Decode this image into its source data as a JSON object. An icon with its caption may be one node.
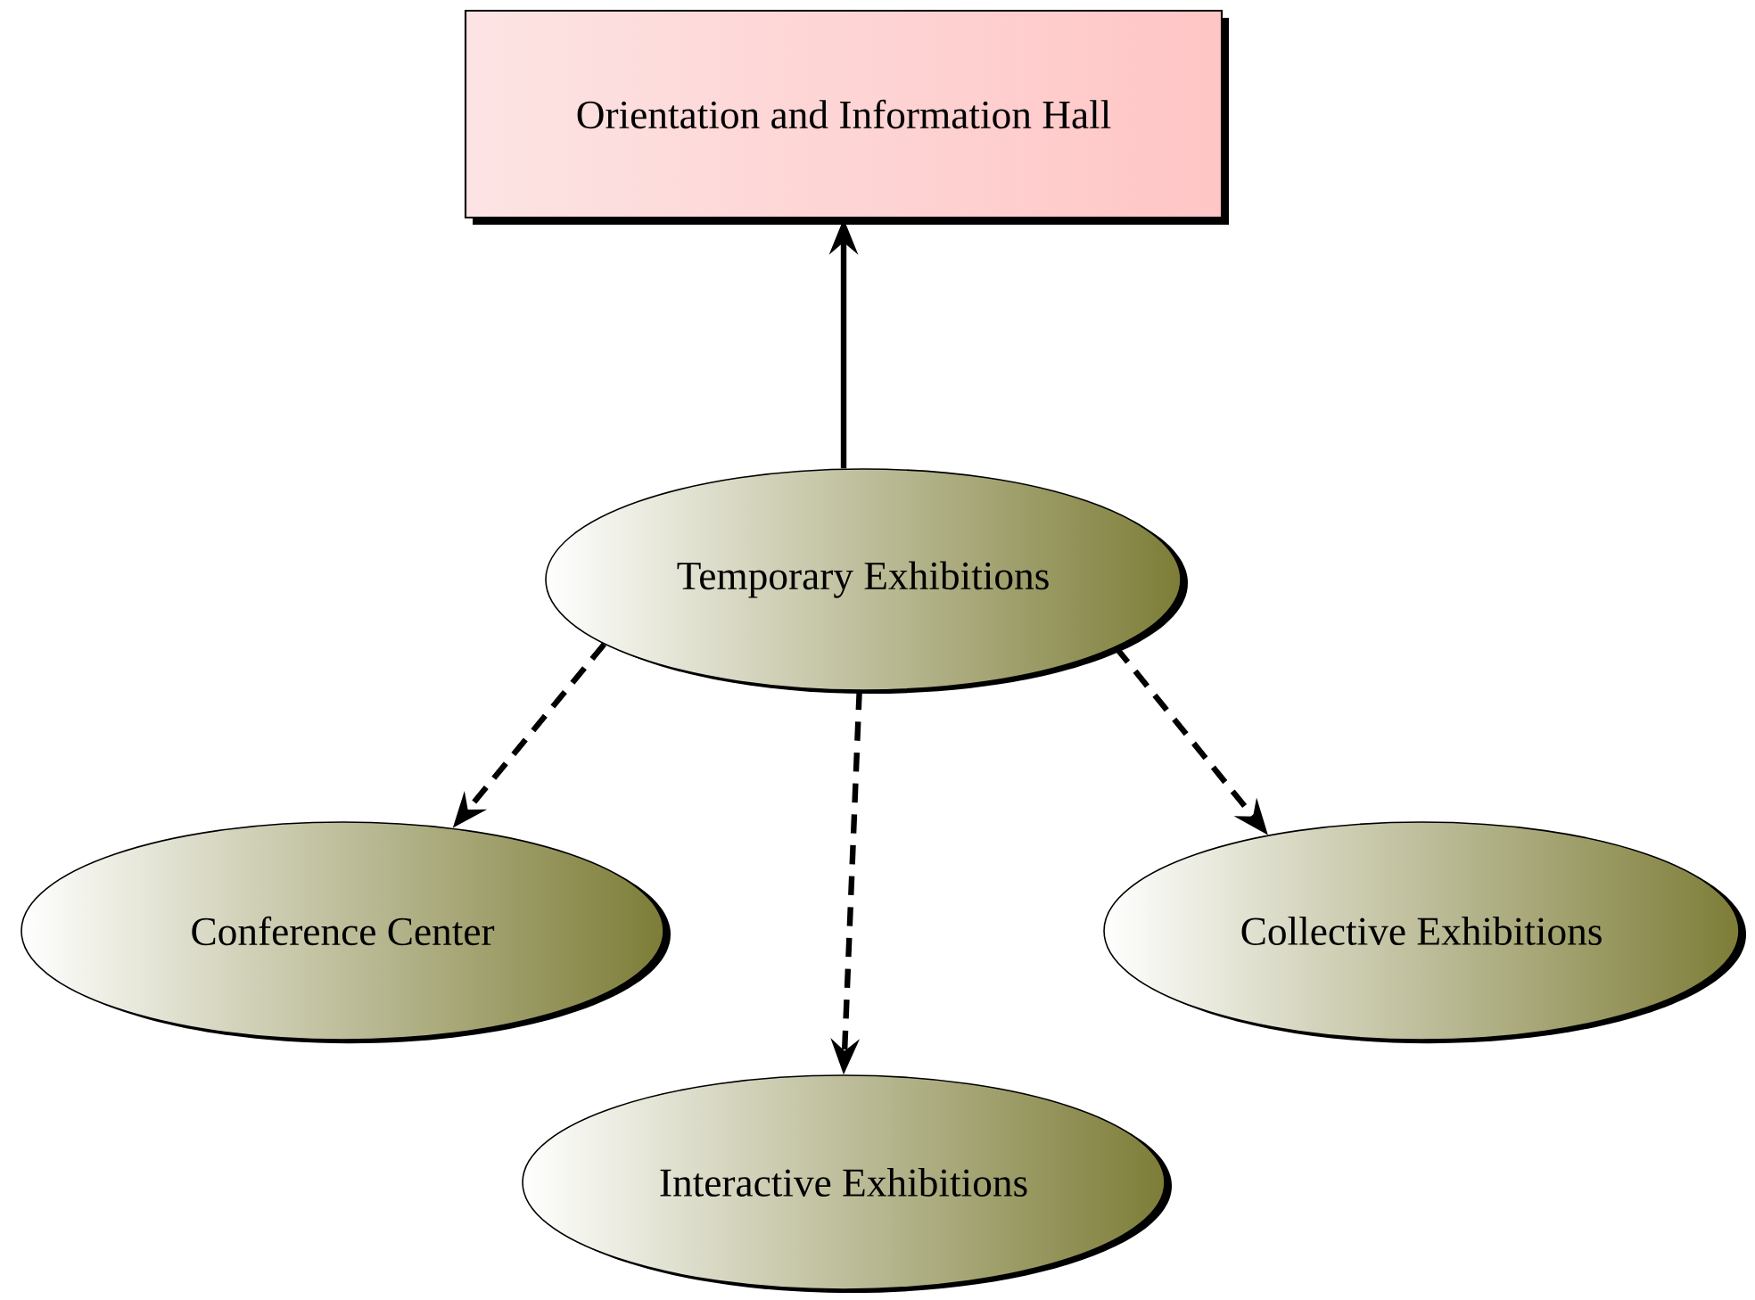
{
  "diagram": {
    "nodes": [
      {
        "text": [
          "Orientation and Information Hall"
        ]
      },
      {
        "text": [
          "Temporary Exhibitions"
        ]
      },
      {
        "text": [
          "Conference Center"
        ]
      },
      {
        "text": [
          "Collective Exhibitions"
        ]
      },
      {
        "text": [
          "Interactive Exhibitions"
        ]
      }
    ],
    "edges": [
      {
        "from": 1,
        "to": 0,
        "arrow": "to"
      },
      {
        "from": 1,
        "to": 2,
        "arrow": "to",
        "style": "dashed"
      },
      {
        "from": 1,
        "to": 4,
        "arrow": "to",
        "style": "dashed"
      },
      {
        "from": 1,
        "to": 3,
        "arrow": "to",
        "style": "dashed"
      }
    ]
  }
}
